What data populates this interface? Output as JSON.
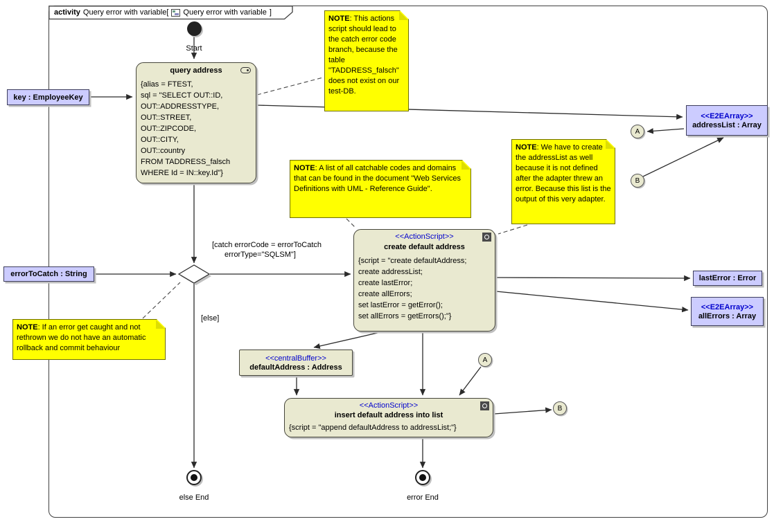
{
  "frame": {
    "keyword": "activity",
    "context": "Query error with variable[",
    "diagram": "Query error with variable",
    "close": "]"
  },
  "labels": {
    "start": "Start",
    "else_end": "else End",
    "error_end": "error End",
    "guard_catch_1": "[catch errorCode = errorToCatch",
    "guard_catch_2": "errorType=\"SQLSM\"]",
    "guard_else": "[else]"
  },
  "nodes": {
    "query_address": {
      "title": "query address",
      "lines": [
        "{alias = FTEST,",
        "sql = \"SELECT OUT::ID,",
        "OUT::ADDRESSTYPE,",
        "OUT::STREET,",
        "OUT::ZIPCODE,",
        "OUT::CITY,",
        "OUT::country",
        "FROM TADDRESS_falsch",
        "WHERE Id = IN::key.Id\"}"
      ]
    },
    "create_default_address": {
      "stereotype": "<<ActionScript>>",
      "title": "create default address",
      "lines": [
        "{script = \"create defaultAddress;",
        "create addressList;",
        "create lastError;",
        "create allErrors;",
        "set lastError = getError();",
        "set allErrors = getErrors();\"}"
      ]
    },
    "insert_default_address": {
      "stereotype": "<<ActionScript>>",
      "title": "insert default address into list",
      "lines": [
        "{script = \"append defaultAddress to addressList;\"}"
      ]
    },
    "default_address_buffer": {
      "stereotype": "<<centralBuffer>>",
      "label": "defaultAddress : Address"
    }
  },
  "objects": {
    "key": "key : EmployeeKey",
    "error_to_catch": "errorToCatch : String",
    "address_list": {
      "stereotype": "<<E2EArray>>",
      "label": "addressList : Array"
    },
    "last_error": "lastError : Error",
    "all_errors": {
      "stereotype": "<<E2EArray>>",
      "label": "allErrors : Array"
    }
  },
  "connectors": {
    "a": "A",
    "b": "B"
  },
  "notes": {
    "test_db": {
      "prefix": "NOTE",
      "text": ": This actions script should lead to the catch error code branch, because the table \"TADDRESS_falsch\" does not exist on our test-DB."
    },
    "catchable_codes": {
      "prefix": "NOTE",
      "text": ": A list of all catchable codes and domains that can be found in the document \"Web Services Definitions with UML - Reference Guide\"."
    },
    "address_list": {
      "prefix": "NOTE",
      "text": ": We have to create the addressList as well because it is not defined after the adapter threw an error. Because this list is the output of this very adapter."
    },
    "rollback": {
      "prefix": "NOTE",
      "text": ": If an error get caught and not rethrown we do not have an automatic rollback and commit behaviour"
    }
  },
  "colors": {
    "action_fill": "#e9e9d0",
    "object_fill": "#ccccff",
    "note_fill": "#ffff00",
    "stereotype_blue": "#0000cd"
  }
}
